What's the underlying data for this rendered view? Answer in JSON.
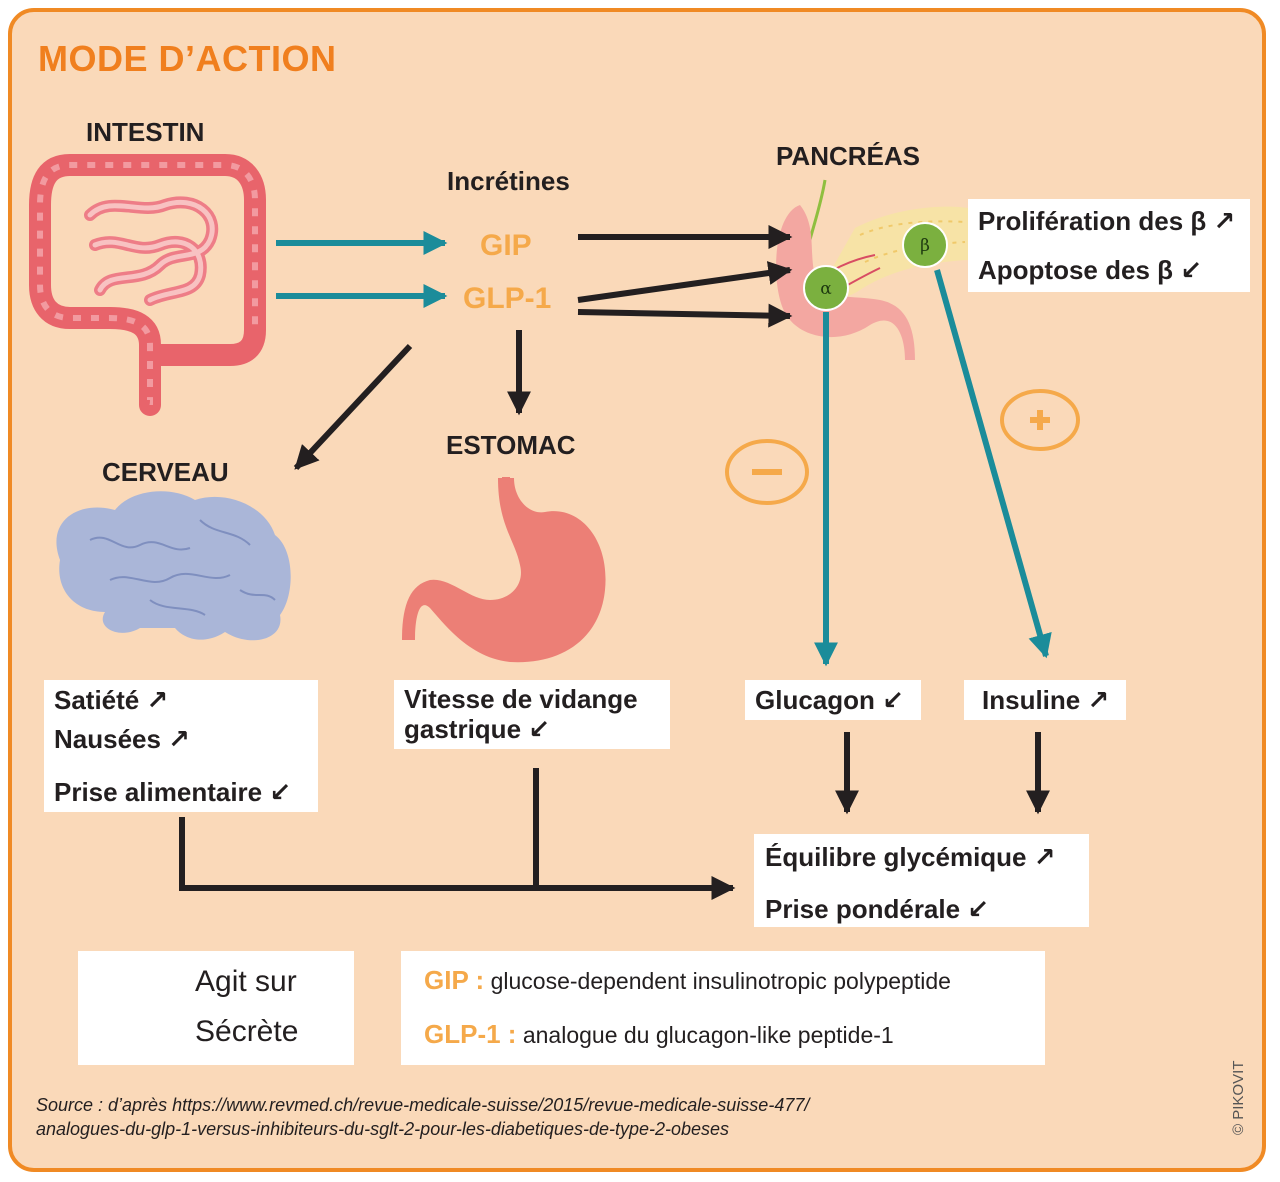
{
  "title": "MODE D’ACTION",
  "organs": {
    "intestin": "INTESTIN",
    "pancreas": "PANCRÉAS",
    "cerveau": "CERVEAU",
    "estomac": "ESTOMAC"
  },
  "incretines": {
    "label": "Incrétines",
    "gip": "GIP",
    "glp1": "GLP-1"
  },
  "cells": {
    "alpha": "α",
    "beta": "β"
  },
  "signs": {
    "minus": "−",
    "plus": "+"
  },
  "pancreas_effects": {
    "proliferation": "Prolifération des β ↗",
    "apoptose": "Apoptose des β ↙"
  },
  "cerveau_effects": {
    "satiete": "Satiété ↗",
    "nausees": "Nausées ↗",
    "prise": "Prise alimentaire ↙"
  },
  "estomac_effects": {
    "line1": "Vitesse de vidange",
    "line2": "gastrique ↙"
  },
  "glucagon": "Glucagon ↙",
  "insuline": "Insuline ↗",
  "outcomes": {
    "equilibre": "Équilibre glycémique ↗",
    "ponderale": "Prise pondérale ↙"
  },
  "legend": {
    "agit": "Agit sur",
    "secrete": "Sécrète"
  },
  "glossary": {
    "gip_key": "GIP :",
    "gip_def": "glucose-dependent insulinotropic polypeptide",
    "glp1_key": "GLP-1 :",
    "glp1_def": "analogue du glucagon-like peptide-1"
  },
  "source": {
    "line1": "Source : d’après https://www.revmed.ch/revue-medicale-suisse/2015/revue-medicale-suisse-477/",
    "line2": "analogues-du-glp-1-versus-inhibiteurs-du-sglt-2-pour-les-diabetiques-de-type-2-obeses"
  },
  "copyright": "© PIKOVIT",
  "colors": {
    "background": "#fad9b9",
    "border": "#f08a24",
    "title": "#f07f1e",
    "hormone": "#f5a94a",
    "teal_arrow": "#1b8c9a",
    "black_arrow": "#231f20"
  }
}
